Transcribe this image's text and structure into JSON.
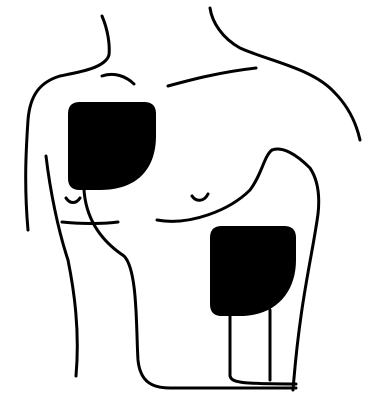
{
  "diagram": {
    "subject": "torso-outline",
    "line_color": "#000000",
    "pad_color": "#000000",
    "background_color": "#ffffff",
    "pads": [
      {
        "name": "upper-right-chest-pad"
      },
      {
        "name": "lower-left-side-pad"
      }
    ]
  }
}
